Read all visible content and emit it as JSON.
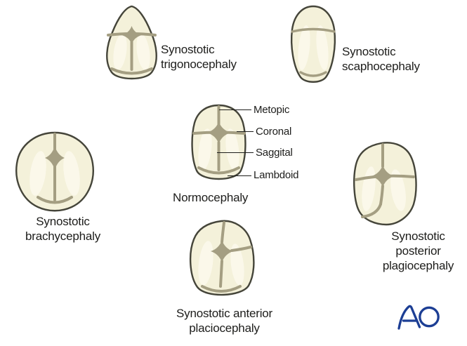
{
  "colors": {
    "background": "#ffffff",
    "skull_fill": "#f4f1da",
    "skull_highlight": "#fbf9ec",
    "suture": "#a49e82",
    "skull_outline": "#45453a",
    "text": "#1d1d1b",
    "leader_line": "#1d1d1b",
    "logo_blue": "#1c3e94"
  },
  "skulls": {
    "trigonocephaly": {
      "caption": "Synostotic\ntrigonocephaly"
    },
    "scaphocephaly": {
      "caption": "Synostotic\nscaphocephaly"
    },
    "normocephaly": {
      "caption": "Normocephaly"
    },
    "brachycephaly": {
      "caption": "Synostotic\nbrachycephaly"
    },
    "posterior_plagiocephaly": {
      "caption": "Synostotic\nposterior\nplagiocephaly"
    },
    "anterior_placiocephaly": {
      "caption": "Synostotic anterior\nplaciocephaly"
    }
  },
  "suture_labels": {
    "metopic": "Metopic",
    "coronal": "Coronal",
    "saggital": "Saggital",
    "lambdoid": "Lambdoid"
  },
  "logo": {
    "name": "ao-logo",
    "text": "AO"
  }
}
